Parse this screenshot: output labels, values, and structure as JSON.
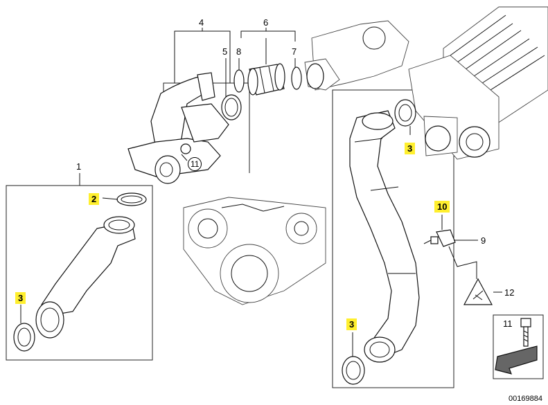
{
  "callouts": [
    {
      "id": "1",
      "text": "1",
      "highlighted": false
    },
    {
      "id": "2",
      "text": "2",
      "highlighted": true
    },
    {
      "id": "3a",
      "text": "3",
      "highlighted": true
    },
    {
      "id": "3b",
      "text": "3",
      "highlighted": true
    },
    {
      "id": "3c",
      "text": "3",
      "highlighted": true
    },
    {
      "id": "4",
      "text": "4",
      "highlighted": false
    },
    {
      "id": "5",
      "text": "5",
      "highlighted": false
    },
    {
      "id": "6",
      "text": "6",
      "highlighted": false
    },
    {
      "id": "7",
      "text": "7",
      "highlighted": false
    },
    {
      "id": "8",
      "text": "8",
      "highlighted": false
    },
    {
      "id": "9",
      "text": "9",
      "highlighted": false
    },
    {
      "id": "10",
      "text": "10",
      "highlighted": true
    },
    {
      "id": "11a",
      "text": "11",
      "highlighted": false
    },
    {
      "id": "11b",
      "text": "11",
      "highlighted": false
    },
    {
      "id": "12",
      "text": "12",
      "highlighted": false
    }
  ],
  "highlight_color": "#ffef2e",
  "image_id": "00169884"
}
